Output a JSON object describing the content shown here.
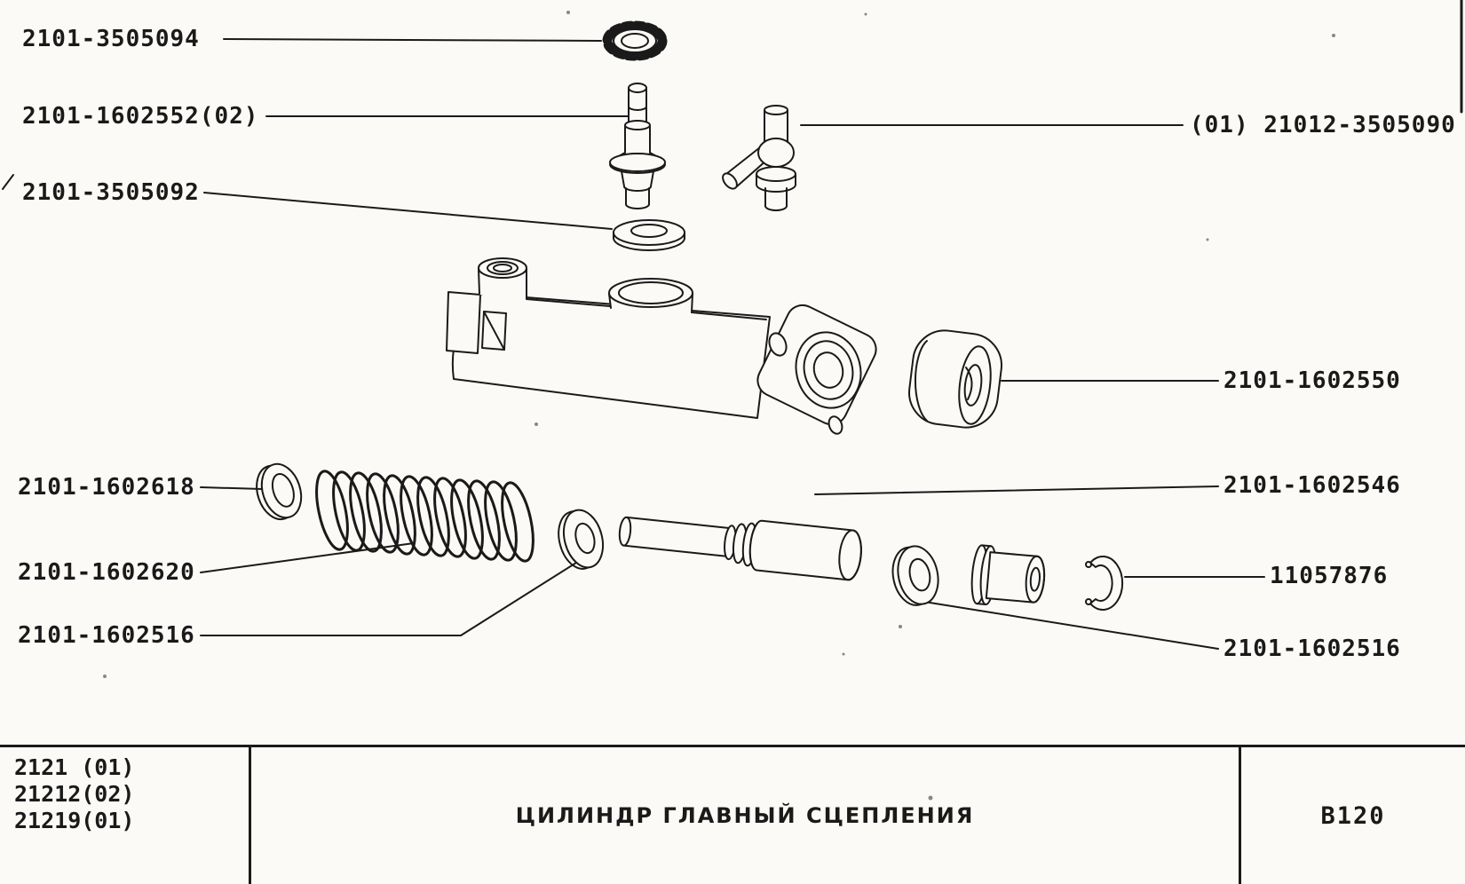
{
  "sheet": {
    "background": "#fbfaf6",
    "ink": "#1a1a1a"
  },
  "labels": {
    "l1": "2101-3505094",
    "l2": "2101-1602552(02)",
    "l3": "2101-3505092",
    "l4": "2101-1602618",
    "l5": "2101-1602620",
    "l6": "2101-1602516",
    "r1": "(01) 21012-3505090",
    "r2": "2101-1602550",
    "r3": "2101-1602546",
    "r4": "11057876",
    "r5": "2101-1602516"
  },
  "footer": {
    "models": [
      "2121 (01)",
      "21212(02)",
      "21219(01)"
    ],
    "title": "ЦИЛИНДР ГЛАВНЫЙ СЦЕПЛЕНИЯ",
    "code": "В120"
  }
}
